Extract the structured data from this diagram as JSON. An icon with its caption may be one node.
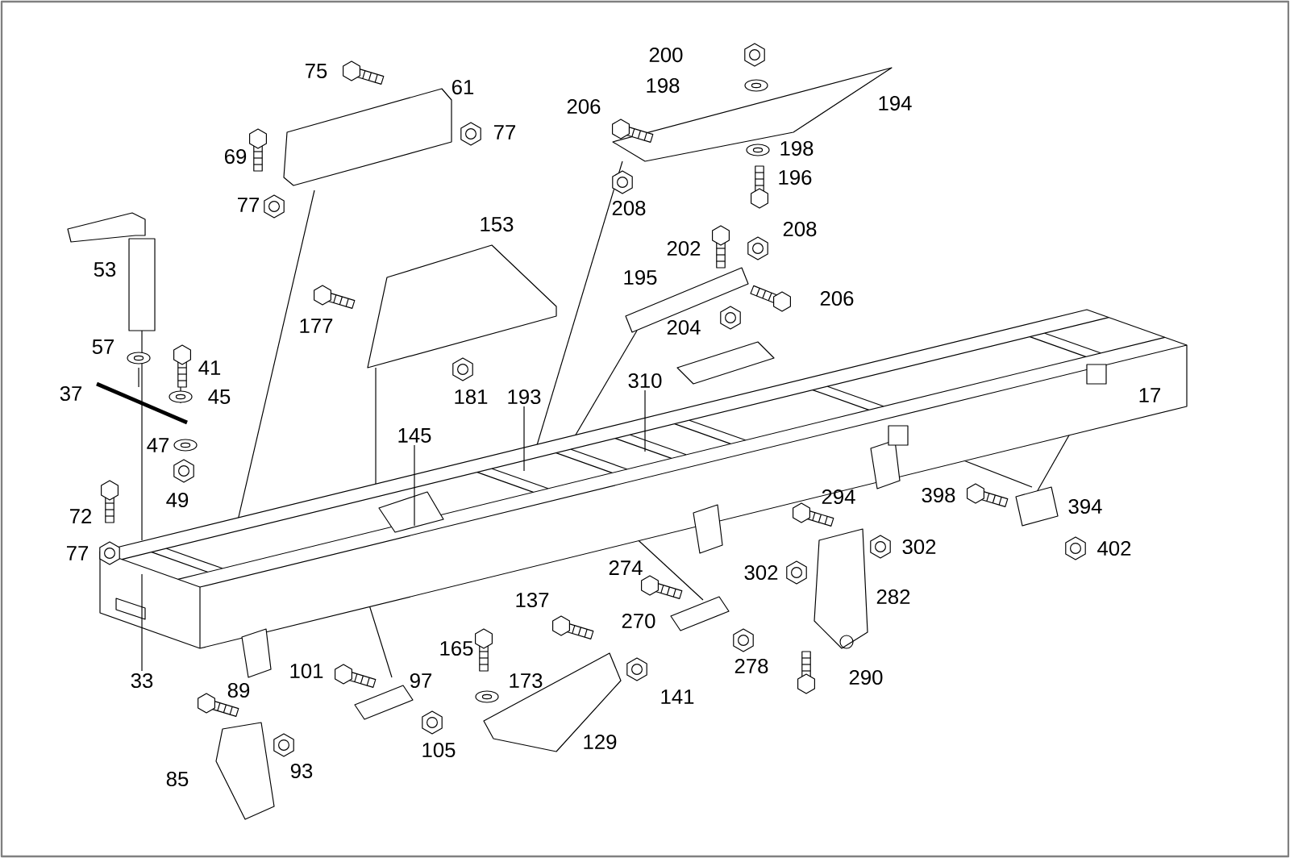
{
  "diagram": {
    "nodes": [
      {
        "text": [
          "310"
        ]
      },
      {
        "text": [
          "193"
        ]
      },
      {
        "text": [
          "145"
        ]
      },
      {
        "text": [
          "33"
        ]
      }
    ],
    "edges": [
      {
        "from": 0,
        "to": null,
        "arrow": "none"
      },
      {
        "from": 1,
        "to": null,
        "arrow": "none"
      },
      {
        "from": 2,
        "to": null,
        "arrow": "none"
      },
      {
        "from": 3,
        "to": null,
        "arrow": "none"
      }
    ],
    "labels": [
      "200",
      "198",
      "75",
      "61",
      "194",
      "206",
      "77",
      "198",
      "69",
      "196",
      "208",
      "77",
      "153",
      "208",
      "202",
      "53",
      "195",
      "206",
      "177",
      "204",
      "57",
      "41",
      "37",
      "45",
      "181",
      "17",
      "47",
      "294",
      "398",
      "49",
      "394",
      "72",
      "302",
      "402",
      "77",
      "274",
      "302",
      "137",
      "282",
      "270",
      "165",
      "101",
      "278",
      "290",
      "97",
      "173",
      "89",
      "141",
      "129",
      "105",
      "93",
      "85"
    ]
  }
}
